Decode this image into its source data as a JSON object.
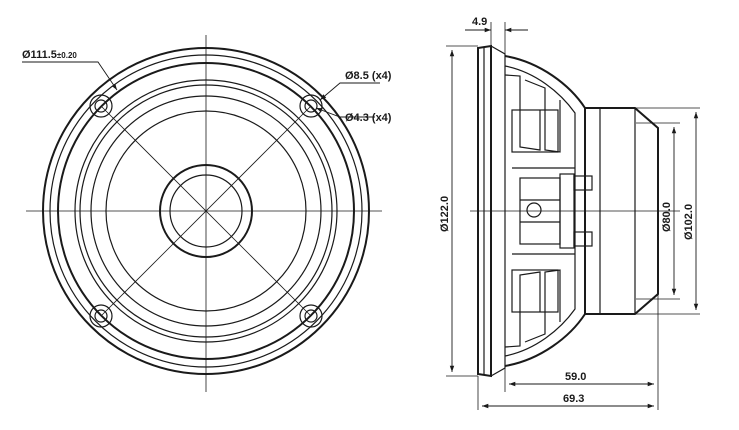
{
  "dimensions": {
    "front_outer_circle": "Ø111.5",
    "front_outer_circle_tol": "±0.20",
    "mount_hole_large": "Ø8.5 (x4)",
    "mount_hole_small": "Ø4.3 (x4)",
    "frame_diameter": "Ø122.0",
    "magnet_diameter_inner": "Ø80.0",
    "magnet_diameter_outer": "Ø102.0",
    "flange_thickness": "4.9",
    "mounting_depth": "59.0",
    "overall_depth": "69.3"
  }
}
